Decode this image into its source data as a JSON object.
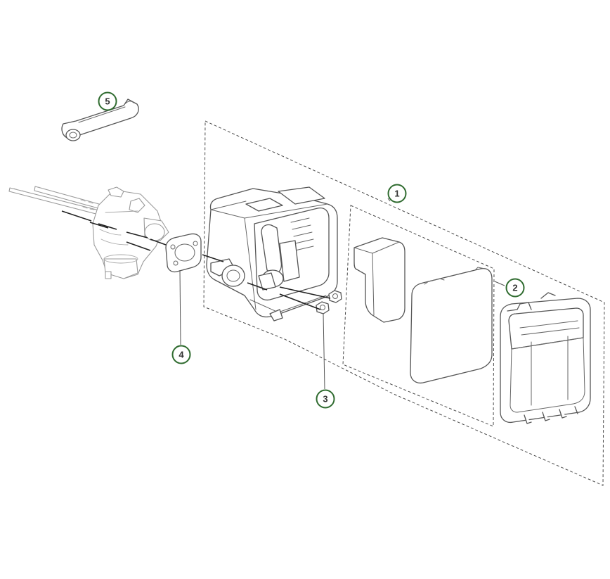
{
  "accent_color": "#2f6b2f",
  "callouts": [
    {
      "id": "1",
      "label": "1"
    },
    {
      "id": "2",
      "label": "2"
    },
    {
      "id": "3",
      "label": "3"
    },
    {
      "id": "4",
      "label": "4"
    },
    {
      "id": "5",
      "label": "5"
    }
  ]
}
